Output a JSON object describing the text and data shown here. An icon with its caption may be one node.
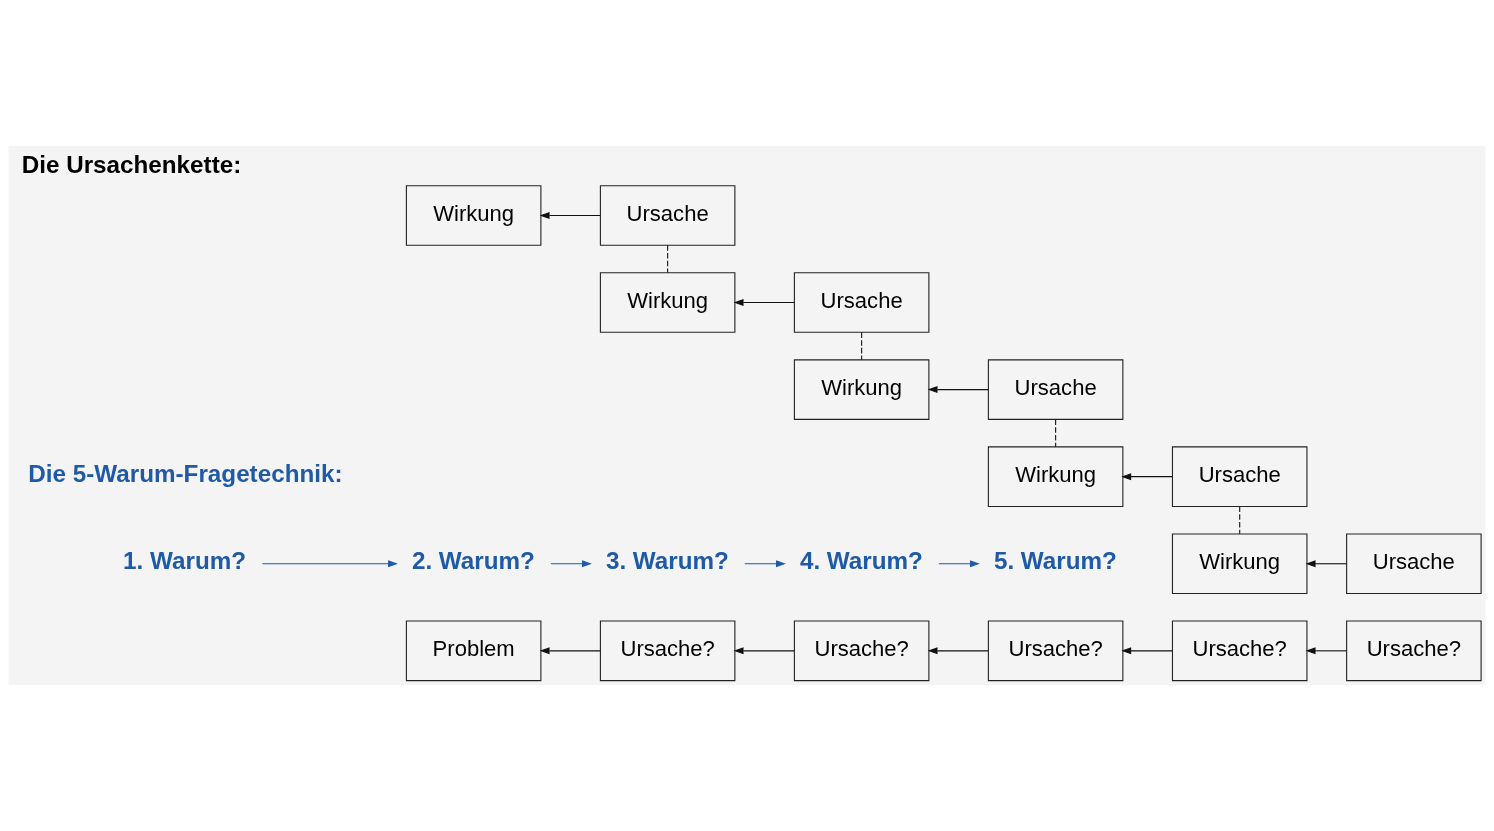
{
  "diagram": {
    "title": "Die Ursachenkette:",
    "nodes": [
      {
        "text": [
          "Problem"
        ]
      },
      {
        "text": [
          "Ursache?"
        ]
      },
      {
        "text": [
          "Ursache?"
        ]
      },
      {
        "text": [
          "Ursache?"
        ]
      },
      {
        "text": [
          "Ursache?"
        ]
      },
      {
        "text": [
          "Ursache?"
        ]
      },
      {
        "text": [
          "1. Warum?"
        ]
      },
      {
        "text": [
          "Wirkung"
        ]
      },
      {
        "text": [
          "Ursache"
        ]
      },
      {
        "text": [
          "2. Warum?"
        ]
      },
      {
        "text": [
          "Wirkung"
        ]
      },
      {
        "text": [
          "Ursache"
        ]
      },
      {
        "text": [
          "3. Warum?"
        ]
      },
      {
        "text": [
          "Wirkung"
        ]
      },
      {
        "text": [
          "Ursache"
        ]
      },
      {
        "text": [
          "4. Warum?"
        ]
      },
      {
        "text": [
          "Wirkung"
        ]
      },
      {
        "text": [
          "Ursache"
        ]
      },
      {
        "text": [
          "5. Warum?"
        ]
      },
      {
        "text": [
          "Wirkung"
        ]
      },
      {
        "text": [
          "Ursache"
        ]
      }
    ],
    "edges": [
      {
        "from": 1,
        "to": 0,
        "arrow": "to"
      },
      {
        "from": 2,
        "to": 1,
        "arrow": "to"
      },
      {
        "from": 3,
        "to": 2,
        "arrow": "to"
      },
      {
        "from": 4,
        "to": 3,
        "arrow": "to"
      },
      {
        "from": 5,
        "to": 4,
        "arrow": "to"
      },
      {
        "from": 8,
        "to": 7,
        "arrow": "to"
      },
      {
        "from": 8,
        "to": 10,
        "arrow": "none",
        "style": "dashed"
      },
      {
        "from": 6,
        "to": 9,
        "arrow": "to",
        "color": "#1f5aa6"
      },
      {
        "from": 11,
        "to": 10,
        "arrow": "to"
      },
      {
        "from": 11,
        "to": 13,
        "arrow": "none",
        "style": "dashed"
      },
      {
        "from": 9,
        "to": 12,
        "arrow": "to",
        "color": "#1f5aa6"
      },
      {
        "from": 14,
        "to": 13,
        "arrow": "to"
      },
      {
        "from": 14,
        "to": 16,
        "arrow": "none",
        "style": "dashed"
      },
      {
        "from": 12,
        "to": 15,
        "arrow": "to",
        "color": "#1f5aa6"
      },
      {
        "from": 17,
        "to": 16,
        "arrow": "to"
      },
      {
        "from": 17,
        "to": 19,
        "arrow": "none",
        "style": "dashed"
      },
      {
        "from": 15,
        "to": 18,
        "arrow": "to",
        "color": "#1f5aa6"
      },
      {
        "from": 20,
        "to": 19,
        "arrow": "to"
      }
    ],
    "labels": [
      "Die 5-Warum-Fragetechnik:"
    ]
  }
}
